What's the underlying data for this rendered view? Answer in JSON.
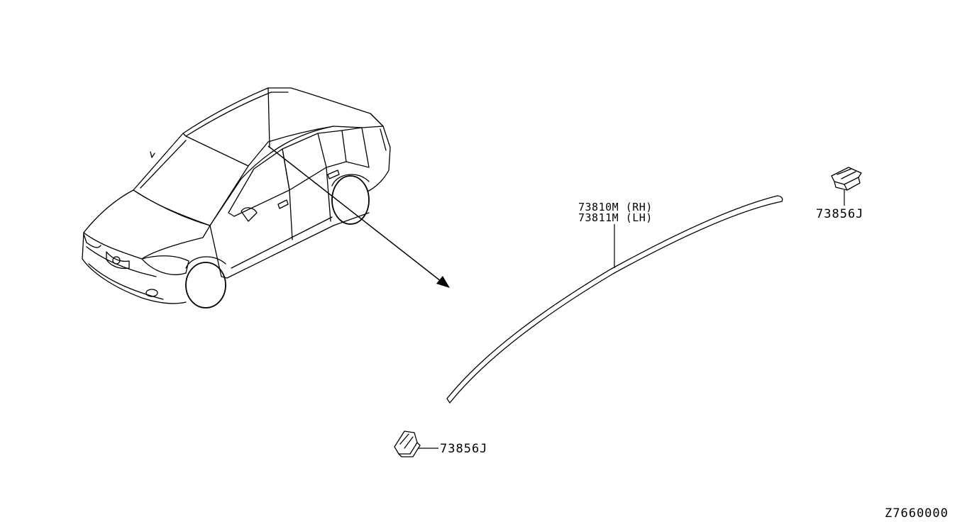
{
  "diagram": {
    "parts": [
      {
        "name": "roof-molding",
        "label_rh": "73810M (RH)",
        "label_lh": "73811M (LH)"
      },
      {
        "name": "clip-upper",
        "label": "73856J"
      },
      {
        "name": "clip-lower",
        "label": "73856J"
      }
    ],
    "drawing_code": "Z7660000"
  }
}
